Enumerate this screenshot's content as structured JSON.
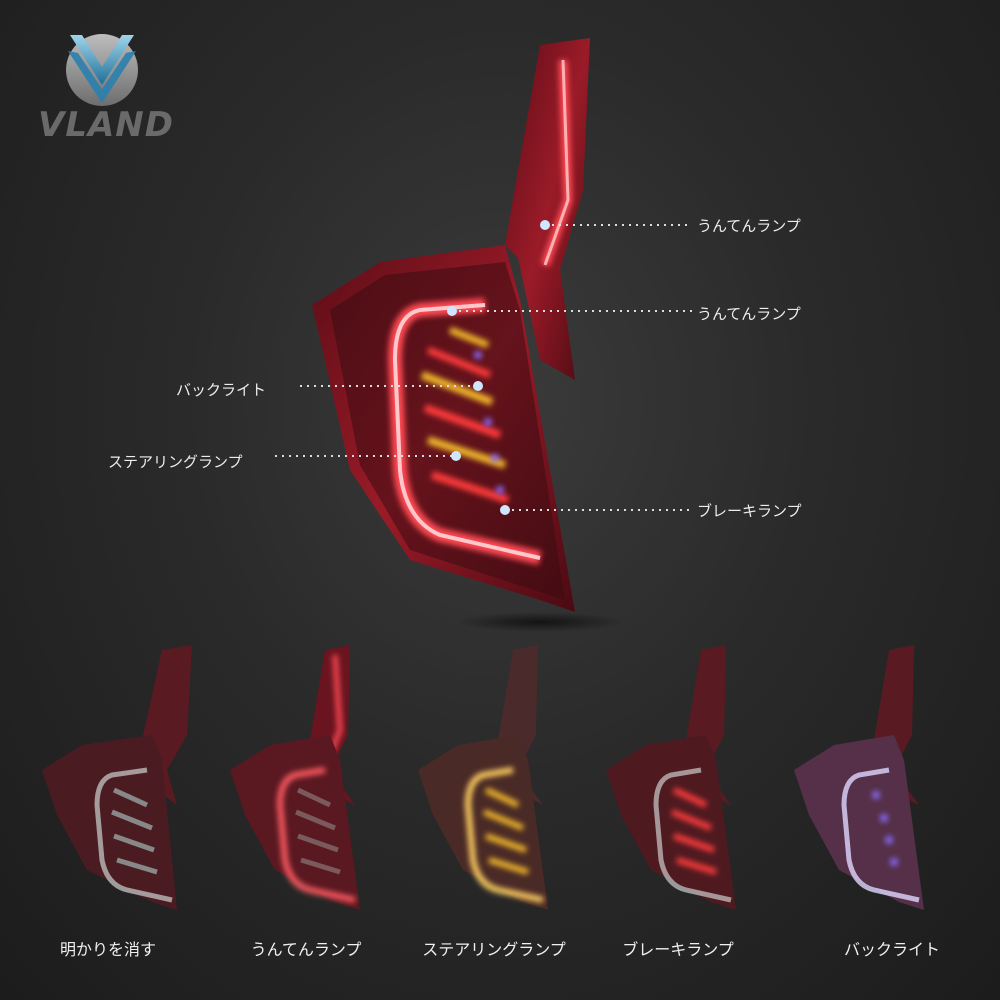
{
  "brand": {
    "logo_text": "VLAND"
  },
  "callouts": [
    {
      "label": "うんてんランプ"
    },
    {
      "label": "うんてんランプ"
    },
    {
      "label": "バックライト"
    },
    {
      "label": "ステアリングランプ"
    },
    {
      "label": "ブレーキランプ"
    }
  ],
  "modes": [
    {
      "label": "明かりを消す"
    },
    {
      "label": "うんてんランプ"
    },
    {
      "label": "ステアリングランプ"
    },
    {
      "label": "ブレーキランプ"
    },
    {
      "label": "バックライト"
    }
  ],
  "colors": {
    "background": "#2a2a2a",
    "housing_red": "#8b1622",
    "led_red": "#ff3b3b",
    "amber": "#f0b629",
    "reverse_blue": "#7a5cff",
    "logo_blue": "#2f89b8"
  }
}
